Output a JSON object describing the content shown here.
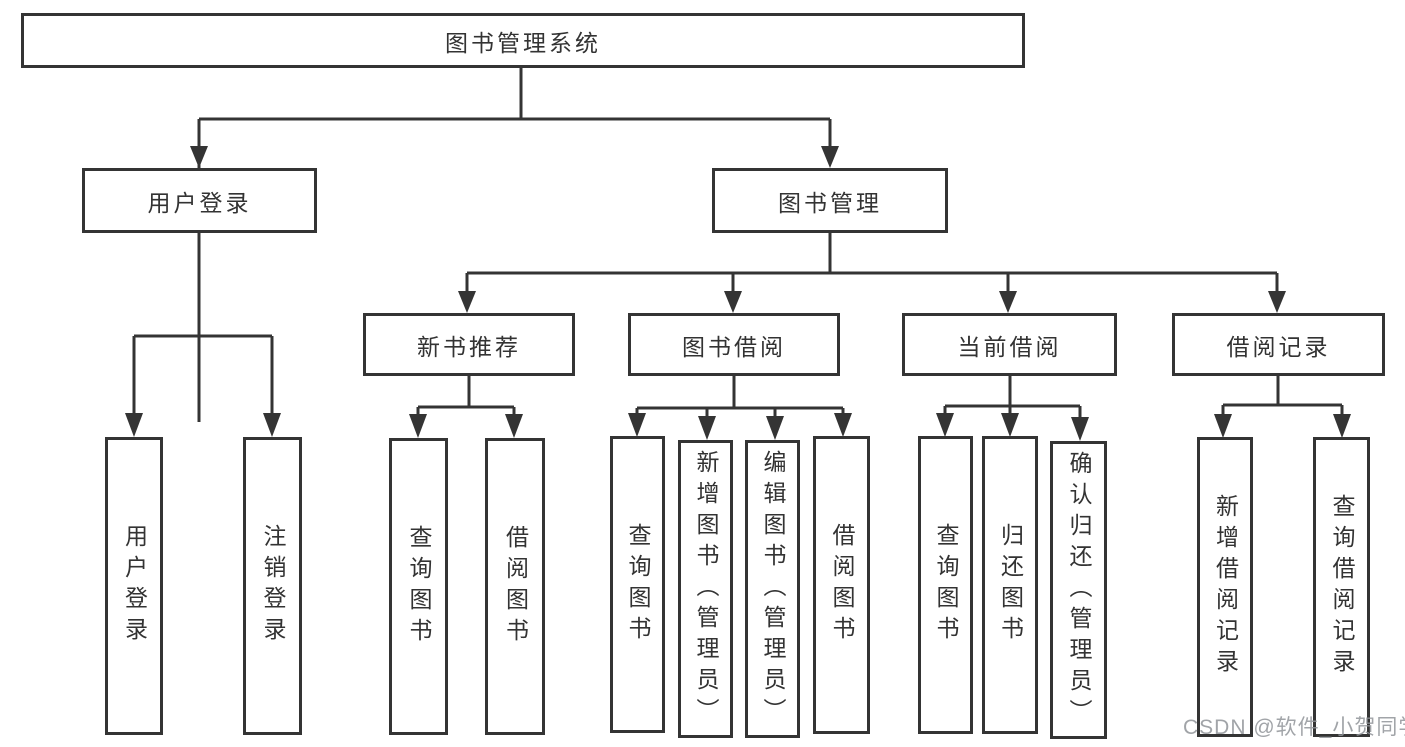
{
  "diagram": {
    "type": "hierarchy-tree",
    "title": "图书管理系统",
    "colors": {
      "line": "#343434",
      "box_border": "#343434",
      "text": "#333333",
      "background": "#ffffff",
      "watermark": "#919499"
    },
    "nodes": {
      "root": {
        "label": "图书管理系统"
      },
      "user_login": {
        "label": "用户登录"
      },
      "book_mgmt": {
        "label": "图书管理"
      },
      "login": {
        "label": "用户登录"
      },
      "logout": {
        "label": "注销登录"
      },
      "new_book_rec": {
        "label": "新书推荐"
      },
      "book_borrow": {
        "label": "图书借阅"
      },
      "current_borrow": {
        "label": "当前借阅"
      },
      "borrow_record": {
        "label": "借阅记录"
      },
      "nbr_query": {
        "label": "查询图书"
      },
      "nbr_borrow": {
        "label": "借阅图书"
      },
      "bb_query": {
        "label": "查询图书"
      },
      "bb_add": {
        "label": "新增图书（管理员）"
      },
      "bb_edit": {
        "label": "编辑图书（管理员）"
      },
      "bb_borrow": {
        "label": "借阅图书"
      },
      "cb_query": {
        "label": "查询图书"
      },
      "cb_return": {
        "label": "归还图书"
      },
      "cb_confirm": {
        "label": "确认归还（管理员）"
      },
      "br_add": {
        "label": "新增借阅记录"
      },
      "br_query": {
        "label": "查询借阅记录"
      }
    },
    "edges": [
      {
        "from": "root",
        "to": [
          "user_login",
          "book_mgmt"
        ]
      },
      {
        "from": "user_login",
        "to": [
          "login",
          "logout"
        ]
      },
      {
        "from": "book_mgmt",
        "to": [
          "new_book_rec",
          "book_borrow",
          "current_borrow",
          "borrow_record"
        ]
      },
      {
        "from": "new_book_rec",
        "to": [
          "nbr_query",
          "nbr_borrow"
        ]
      },
      {
        "from": "book_borrow",
        "to": [
          "bb_query",
          "bb_add",
          "bb_edit",
          "bb_borrow"
        ]
      },
      {
        "from": "current_borrow",
        "to": [
          "cb_query",
          "cb_return",
          "cb_confirm"
        ]
      },
      {
        "from": "borrow_record",
        "to": [
          "br_add",
          "br_query"
        ]
      }
    ],
    "watermark": "CSDN @软件_小贺同学"
  }
}
